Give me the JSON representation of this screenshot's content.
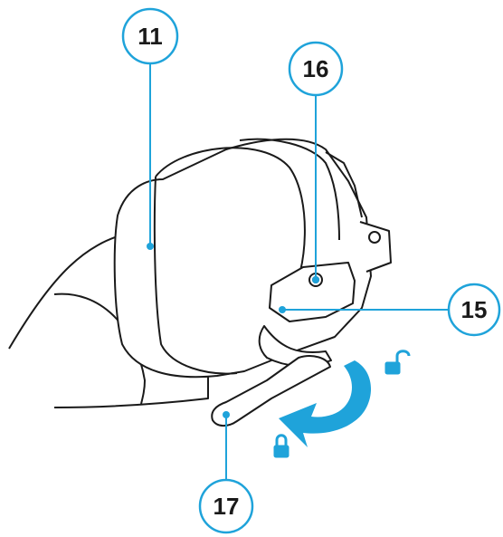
{
  "accent_color": "#1FA3DA",
  "line_color": "#1a1a1a",
  "callouts": [
    {
      "id": "11",
      "label": "11"
    },
    {
      "id": "16",
      "label": "16"
    },
    {
      "id": "15",
      "label": "15"
    },
    {
      "id": "17",
      "label": "17"
    }
  ],
  "icons": [
    "lock-icon",
    "unlock-icon",
    "rotation-arrow-icon"
  ]
}
